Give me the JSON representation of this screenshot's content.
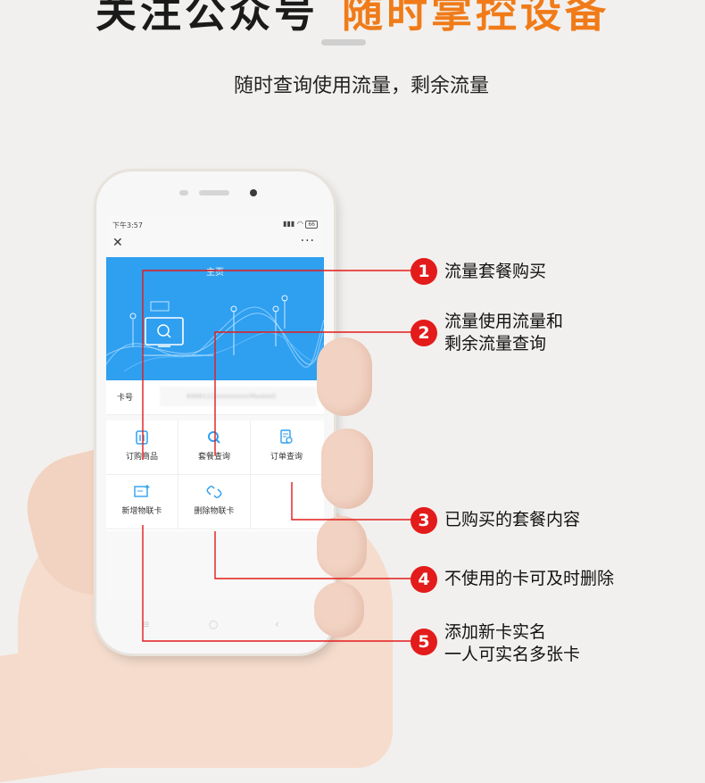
{
  "header": {
    "title_black": "关注公众号",
    "title_orange": "随时掌控设备",
    "subtitle": "随时查询使用流量，剩余流量"
  },
  "phone": {
    "status_time": "下午3:57",
    "battery": "66",
    "page_title": "主页",
    "card_label": "卡号",
    "card_value": "8986111xxxxxxxxx(Masked)",
    "menu": [
      {
        "label": "订购商品",
        "icon": "transaction-icon"
      },
      {
        "label": "套餐查询",
        "icon": "search-icon"
      },
      {
        "label": "订单查询",
        "icon": "document-search-icon"
      },
      {
        "label": "新增物联卡",
        "icon": "add-card-icon"
      },
      {
        "label": "删除物联卡",
        "icon": "unlink-icon"
      }
    ]
  },
  "callouts": [
    {
      "num": "1",
      "line1": "流量套餐购买",
      "line2": ""
    },
    {
      "num": "2",
      "line1": "流量使用流量和",
      "line2": "剩余流量查询"
    },
    {
      "num": "3",
      "line1": "已购买的套餐内容",
      "line2": ""
    },
    {
      "num": "4",
      "line1": "不使用的卡可及时删除",
      "line2": ""
    },
    {
      "num": "5",
      "line1": "添加新卡实名",
      "line2": "一人可实名多张卡"
    }
  ],
  "colors": {
    "accent": "#f07b18",
    "banner": "#2f9ff0",
    "callout": "#e31b1b"
  }
}
